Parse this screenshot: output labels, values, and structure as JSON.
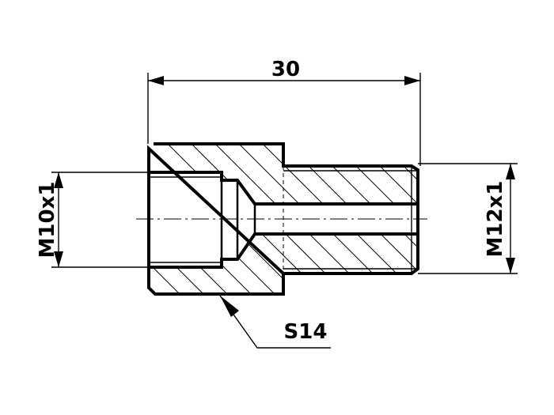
{
  "dimensions": {
    "length": "30",
    "left_thread": "M10x1",
    "right_thread": "M12x1",
    "wrench_size": "S14"
  },
  "colors": {
    "line": "#000000",
    "background": "#ffffff"
  }
}
